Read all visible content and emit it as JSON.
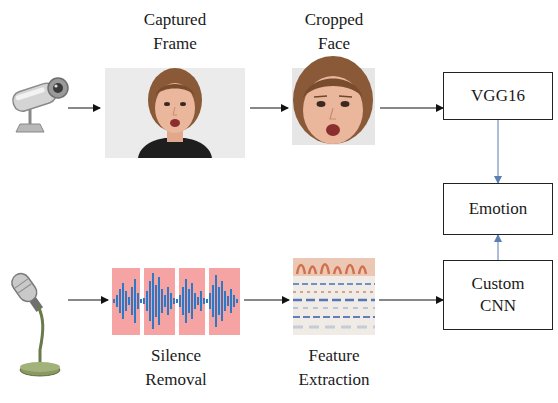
{
  "diagram": {
    "nodes": [
      {
        "text": [
          "Captured Frame"
        ]
      },
      {
        "text": [
          "Cropped Face"
        ]
      },
      {
        "text": [
          "VGG16"
        ]
      },
      {
        "text": [
          "Emotion"
        ]
      },
      {
        "text": [
          "Custom CNN"
        ]
      },
      {
        "text": [
          "Silence Removal"
        ]
      },
      {
        "text": [
          "Feature Extraction"
        ]
      }
    ],
    "edges": [
      {
        "from": 0,
        "to": 1,
        "arrow": "to"
      },
      {
        "from": 1,
        "to": 2,
        "arrow": "to"
      },
      {
        "from": 2,
        "to": 3,
        "arrow": "to"
      },
      {
        "from": 4,
        "to": 3,
        "arrow": "to"
      },
      {
        "from": 5,
        "to": 6,
        "arrow": "to"
      },
      {
        "from": 6,
        "to": 4,
        "arrow": "to"
      }
    ]
  }
}
